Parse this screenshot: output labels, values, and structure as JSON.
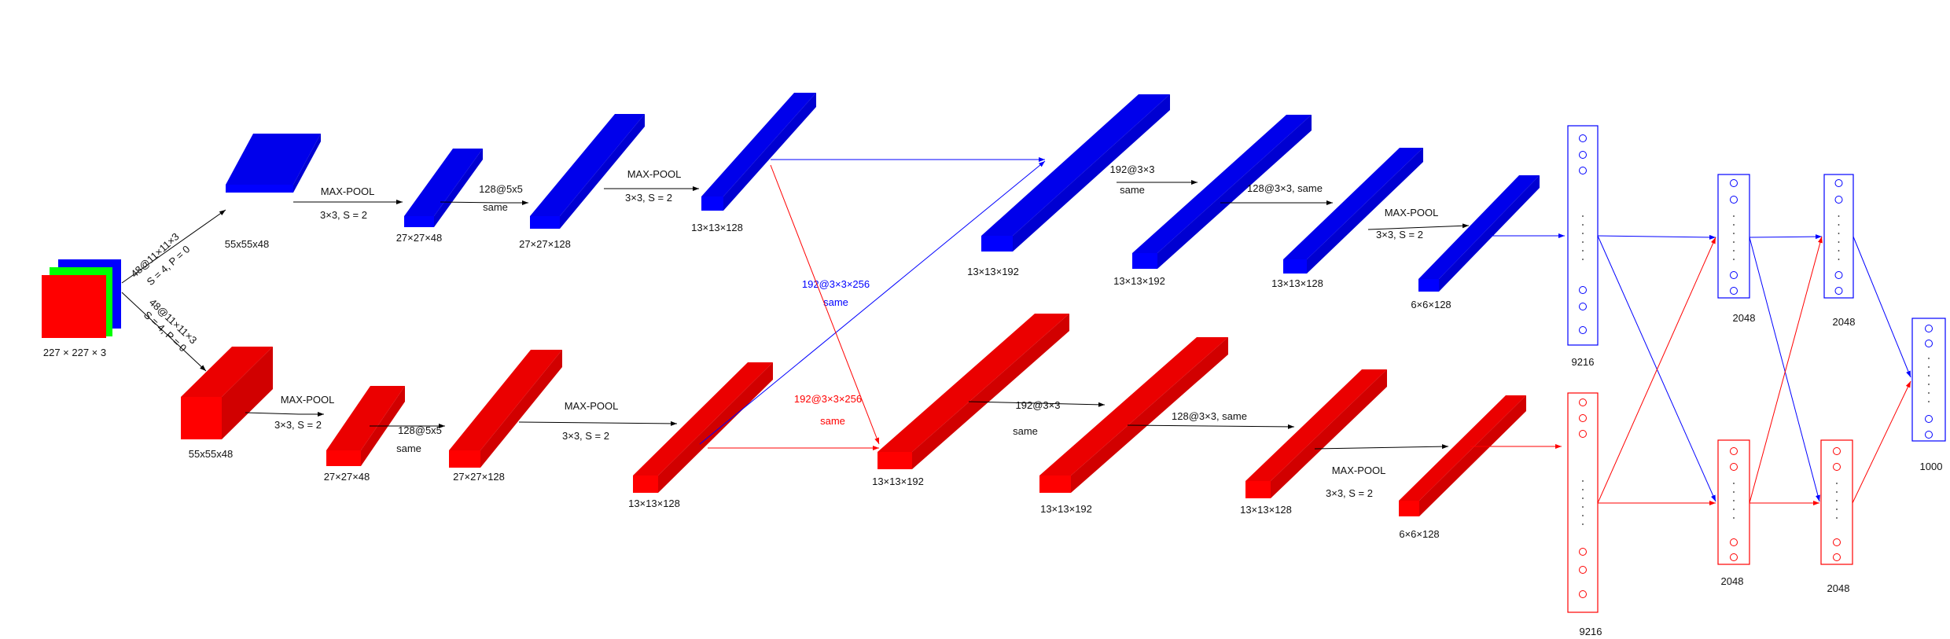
{
  "colors": {
    "top": "#0000ff",
    "bottom": "#ff0000",
    "input_front": "#ff0000",
    "input_mid": "#00ff00",
    "input_back": "#0000ff",
    "arrow": "#000000"
  },
  "input": {
    "label": "227 × 227 × 3"
  },
  "branch_labels": {
    "top_conv": "48@11×11×3",
    "top_stride": "S = 4, P = 0",
    "bottom_conv": "48@11×11×3",
    "bottom_stride": "S = 4, P = 0"
  },
  "top": {
    "b1": "55x55x48",
    "pool1_a": "MAX-POOL",
    "pool1_b": "3×3, S = 2",
    "b2": "27×27×48",
    "conv2_a": "128@5x5",
    "conv2_b": "same",
    "b3": "27×27×128",
    "pool2_a": "MAX-POOL",
    "pool2_b": "3×3, S = 2",
    "b4": "13×13×128",
    "b5": "13×13×192",
    "conv4_a": "192@3×3",
    "conv4_b": "same",
    "b6": "13×13×192",
    "conv5_a": "128@3×3, same",
    "b7": "13×13×128",
    "pool3_a": "MAX-POOL",
    "pool3_b": "3×3, S = 2",
    "b8": "6×6×128",
    "fc1": "9216",
    "fc2": "2048",
    "fc3": "2048"
  },
  "cross": {
    "blue_a": "192@3×3×256",
    "blue_b": "same",
    "red_a": "192@3×3×256",
    "red_b": "same"
  },
  "bottom": {
    "b1": "55x55x48",
    "pool1_a": "MAX-POOL",
    "pool1_b": "3×3, S = 2",
    "b2": "27×27×48",
    "conv2_a": "128@5x5",
    "conv2_b": "same",
    "b3": "27×27×128",
    "pool2_a": "MAX-POOL",
    "pool2_b": "3×3, S = 2",
    "b4": "13×13×128",
    "b5": "13×13×192",
    "conv4_a": "192@3×3",
    "conv4_b": "same",
    "b6": "13×13×192",
    "conv5_a": "128@3×3, same",
    "b7": "13×13×128",
    "pool3_a": "MAX-POOL",
    "pool3_b": "3×3, S = 2",
    "b8": "6×6×128",
    "fc1": "9216",
    "fc2": "2048",
    "fc3": "2048"
  },
  "output": {
    "label": "1000"
  }
}
